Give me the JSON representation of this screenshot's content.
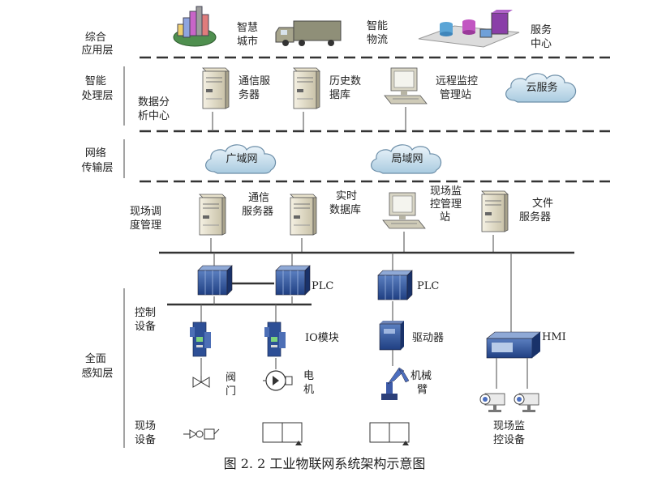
{
  "layers": {
    "application": [
      "综合",
      "应用层"
    ],
    "processing": [
      "智能",
      "处理层"
    ],
    "network": [
      "网络",
      "传输层"
    ],
    "perception": [
      "全面",
      "感知层"
    ]
  },
  "application": {
    "smart_city": [
      "智慧",
      "城市"
    ],
    "logistics": [
      "智能",
      "物流"
    ],
    "service_center": [
      "服务",
      "中心"
    ]
  },
  "processing": {
    "data_center": [
      "数据分",
      "析中心"
    ],
    "comm_server": [
      "通信服",
      "务器"
    ],
    "history_db": [
      "历史数",
      "据库"
    ],
    "remote_station": [
      "远程监控",
      "管理站"
    ],
    "cloud": "云服务"
  },
  "network": {
    "wan": "广域网",
    "lan": "局域网"
  },
  "field": {
    "dispatch": [
      "现场调",
      "度管理"
    ],
    "comm_server": [
      "通信",
      "服务器"
    ],
    "realtime_db": [
      "实时",
      "数据库"
    ],
    "monitor_station": [
      "现场监",
      "控管理",
      "站"
    ],
    "file_server": [
      "文件",
      "服务器"
    ]
  },
  "control": {
    "plc_left": "PLC",
    "plc_right": "PLC",
    "control_devices": [
      "控制",
      "设备"
    ],
    "io_module": "IO模块",
    "driver": "驱动器",
    "hmi": "HMI"
  },
  "devices": {
    "valve": [
      "阀",
      "门"
    ],
    "motor": [
      "电",
      "机"
    ],
    "robot_arm": [
      "机械",
      "臂"
    ],
    "field_devices": [
      "现场",
      "设备"
    ],
    "monitor_devices": [
      "现场监",
      "控设备"
    ]
  },
  "caption": "图 2. 2  工业物联网系统架构示意图"
}
